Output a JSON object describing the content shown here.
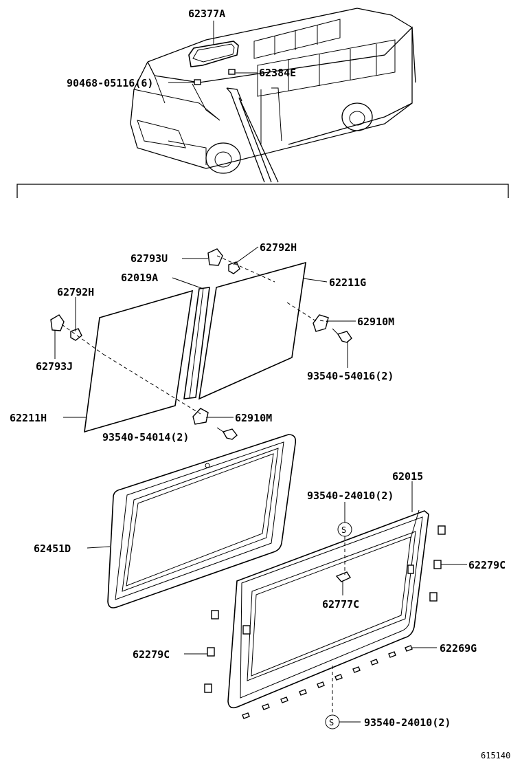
{
  "labels": {
    "p62377A": "62377A",
    "p90468": "90468-05116(6)",
    "p62384E": "62384E",
    "p62792H_top": "62792H",
    "p62793U": "62793U",
    "p62019A": "62019A",
    "p62211G": "62211G",
    "p62792H_left": "62792H",
    "p62910M_right": "62910M",
    "p62793J": "62793J",
    "p93540_54016": "93540-54016(2)",
    "p62211H": "62211H",
    "p62910M_low": "62910M",
    "p93540_54014": "93540-54014(2)",
    "p62015": "62015",
    "p93540_24010_top": "93540-24010(2)",
    "p62451D": "62451D",
    "p62279C_right": "62279C",
    "p62777C": "62777C",
    "p62279C_left": "62279C",
    "p62269G": "62269G",
    "p93540_24010_bottom": "93540-24010(2)",
    "s_symbol": "S",
    "diagram_id": "615140"
  },
  "icons": [
    "minibus-illustration",
    "glass-panel",
    "window-frame",
    "screw",
    "clip"
  ]
}
